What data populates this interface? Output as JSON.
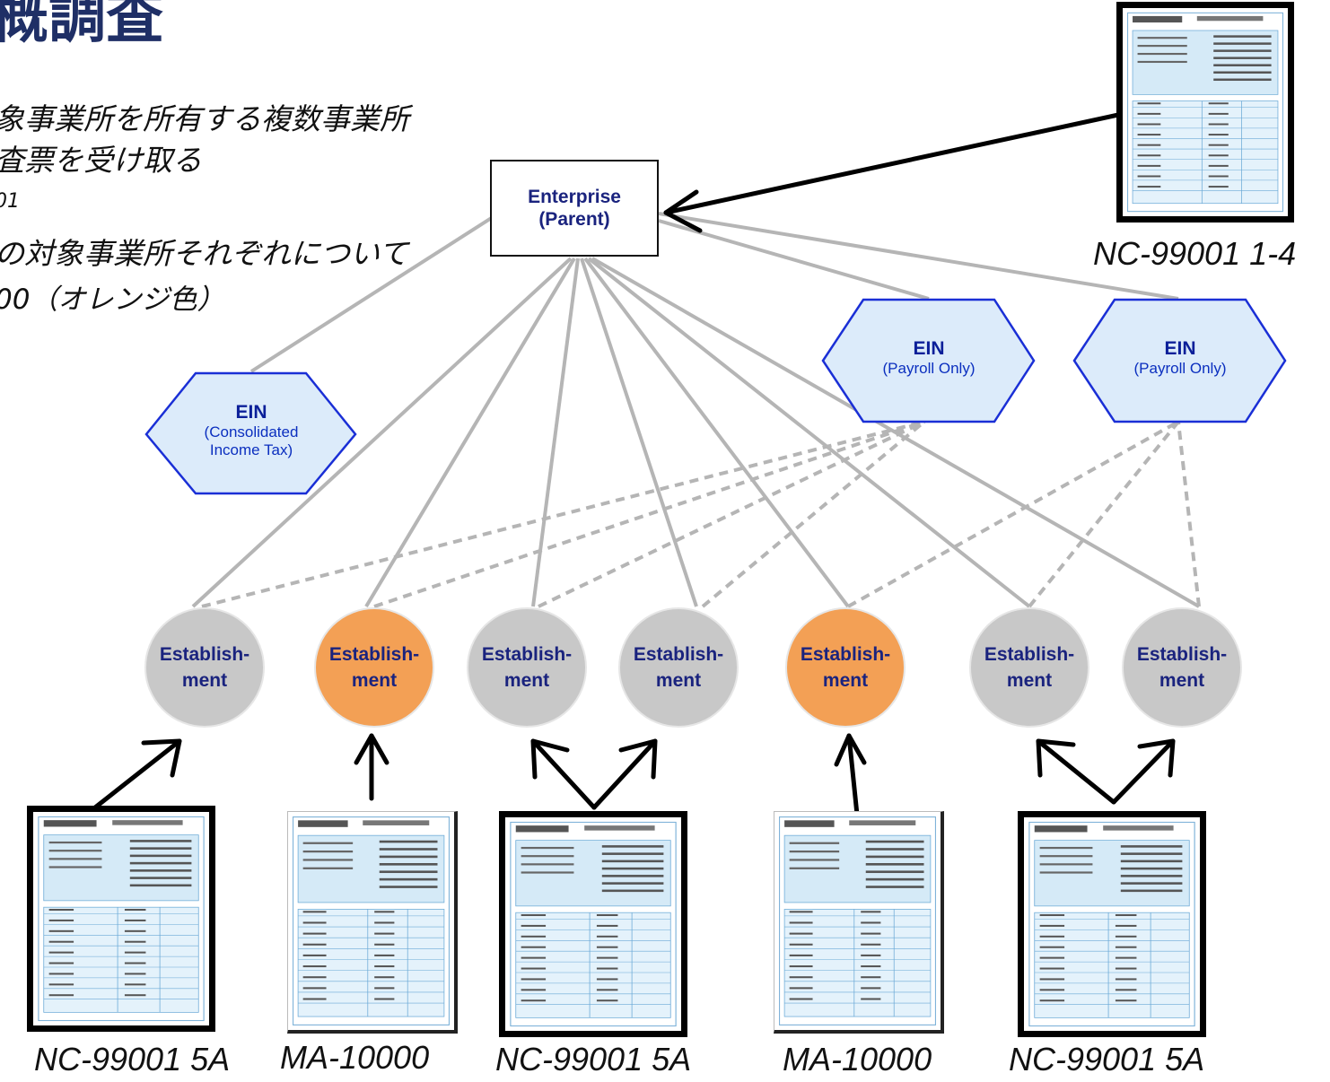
{
  "header": {
    "title": "概調査",
    "notes": [
      "象事業所を所有する複数事業所",
      "査票を受け取る",
      "01",
      "の対象事業所それぞれについて",
      "00（オレンジ色）"
    ]
  },
  "enterprise": {
    "line1": "Enterprise",
    "line2": "(Parent)"
  },
  "eins": [
    {
      "title": "EIN",
      "line1": "(Consolidated",
      "line2": "Income Tax)"
    },
    {
      "title": "EIN",
      "line1": "(Payroll Only)",
      "line2": ""
    },
    {
      "title": "EIN",
      "line1": "(Payroll Only)",
      "line2": ""
    }
  ],
  "establishments": [
    {
      "line1": "Establish-",
      "line2": "ment",
      "color": "#c8c8c8"
    },
    {
      "line1": "Establish-",
      "line2": "ment",
      "color": "#f3a055"
    },
    {
      "line1": "Establish-",
      "line2": "ment",
      "color": "#c8c8c8"
    },
    {
      "line1": "Establish-",
      "line2": "ment",
      "color": "#c8c8c8"
    },
    {
      "line1": "Establish-",
      "line2": "ment",
      "color": "#f3a055"
    },
    {
      "line1": "Establish-",
      "line2": "ment",
      "color": "#c8c8c8"
    },
    {
      "line1": "Establish-",
      "line2": "ment",
      "color": "#c8c8c8"
    }
  ],
  "forms": {
    "top_caption": "NC-99001  1-4",
    "bottom_captions": [
      "NC-99001  5A",
      "MA-10000",
      "NC-99001  5A",
      "MA-10000",
      "NC-99001  5A"
    ]
  },
  "colors": {
    "connector": "#b5b5b5",
    "hex_fill": "#dcebfa",
    "hex_stroke": "#1a2fd6",
    "arrow": "#000000"
  }
}
